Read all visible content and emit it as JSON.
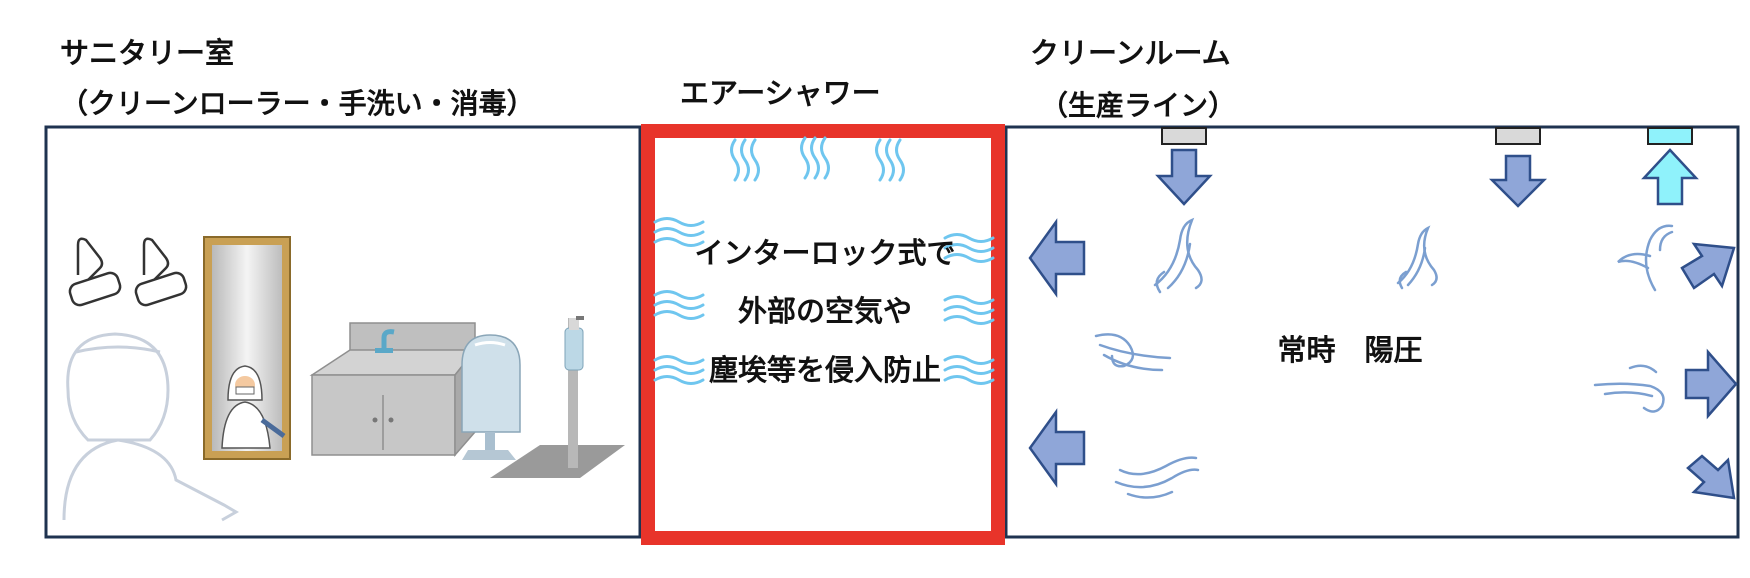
{
  "sanitary": {
    "title": "サニタリー室",
    "subtitle": "（クリーンローラー・手洗い・消毒）"
  },
  "air_shower": {
    "title": "エアーシャワー",
    "lines": [
      "インターロック式で",
      "外部の空気や",
      "塵埃等を侵入防止"
    ]
  },
  "cleanroom": {
    "title": "クリーンルーム",
    "subtitle": "（生産ライン）",
    "pressure_text": "常時　陽圧"
  },
  "colors": {
    "frame": "#1f3350",
    "air_shower_border": "#e8342a",
    "arrow_fill": "#8fa6d8",
    "arrow_stroke": "#2f4f8a",
    "exhaust_fill": "#8ff2fb",
    "air_wave": "#6fc6ef",
    "swirl": "#7b9fd0"
  }
}
